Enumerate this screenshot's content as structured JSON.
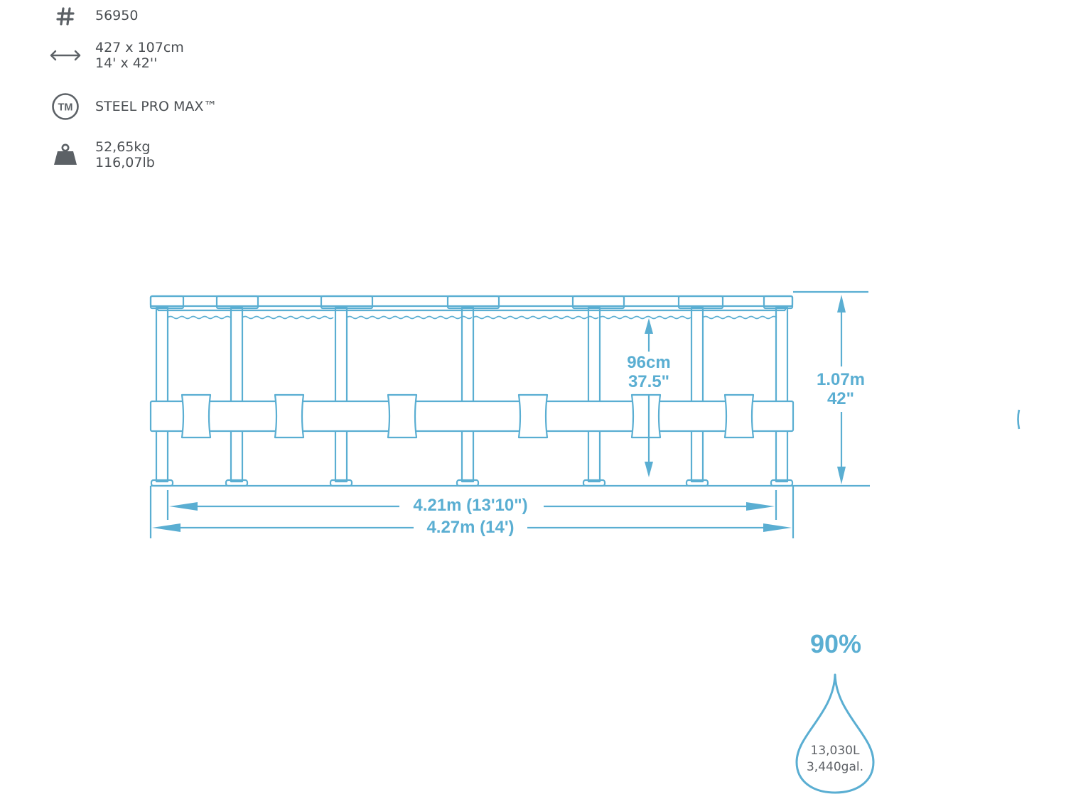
{
  "specs": {
    "model": {
      "icon": "hash-icon",
      "value": "56950"
    },
    "size": {
      "icon": "double-arrow-icon",
      "metric": "427 x 107cm",
      "imperial": "14' x 42''"
    },
    "brand": {
      "icon": "tm-icon",
      "value": "STEEL PRO MAX™"
    },
    "weight": {
      "icon": "weight-icon",
      "metric": "52,65kg",
      "imperial": "116,07lb"
    }
  },
  "dimensions": {
    "water_depth_cm": "96cm",
    "water_depth_in": "37.5\"",
    "height_m": "1.07m",
    "height_in": "42\"",
    "inner_width": "4.21m (13'10\")",
    "outer_width": "4.27m (14')"
  },
  "capacity": {
    "fill_percent": "90%",
    "liters": "13,030L",
    "gallons": "3,440gal."
  },
  "colors": {
    "line": "#5aaed2",
    "text_gray": "#4a4e52",
    "icon_gray": "#5c6166"
  }
}
